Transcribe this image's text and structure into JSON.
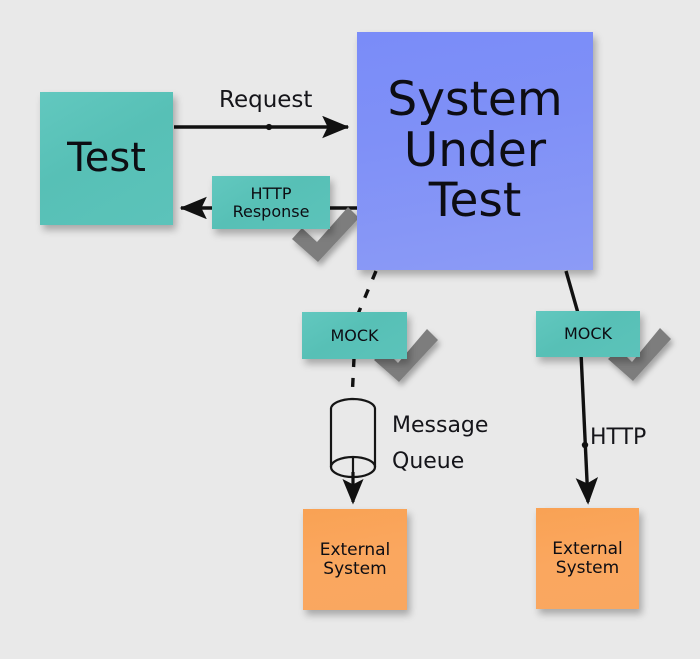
{
  "diagram": {
    "title": "System Under Test mocking diagram",
    "background_color": "#e9e9e9",
    "colors": {
      "teal_note": "#5cc3ba",
      "blue_note": "#808ff7",
      "orange_note": "#f9a65d",
      "checkmark_gray": "#7d7d7d",
      "line_black": "#111111"
    }
  },
  "nodes": {
    "test": {
      "label": "Test"
    },
    "system_under_test": {
      "line1": "System",
      "line2": "Under",
      "line3": "Test"
    },
    "http_response_note": {
      "line1": "HTTP",
      "line2": "Response"
    },
    "mock_left": {
      "label": "MOCK"
    },
    "mock_right": {
      "label": "MOCK"
    },
    "message_queue": {
      "line1": "Message",
      "line2": "Queue"
    },
    "external_left": {
      "line1": "External",
      "line2": "System"
    },
    "external_right": {
      "line1": "External",
      "line2": "System"
    }
  },
  "edges": {
    "request": {
      "label": "Request",
      "style": "solid",
      "direction": "test-to-sut"
    },
    "response": {
      "label": "",
      "style": "solid",
      "direction": "sut-to-test"
    },
    "sut_to_mock_left": {
      "label": "",
      "style": "dashed"
    },
    "mock_left_to_queue": {
      "label": "",
      "style": "dashed"
    },
    "queue_to_external_left": {
      "label": "",
      "style": "solid"
    },
    "sut_to_external_right": {
      "label": "HTTP",
      "style": "solid"
    }
  }
}
